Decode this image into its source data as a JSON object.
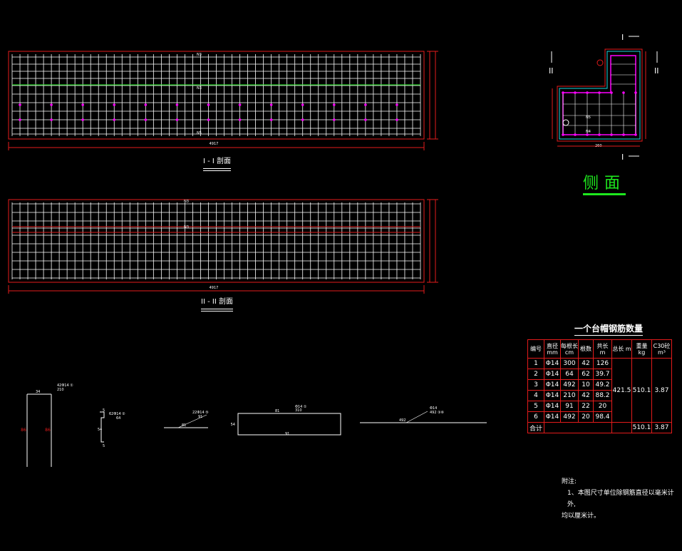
{
  "section1": {
    "title": "I - I 剖面",
    "label_mid": "N3",
    "label_bottom": "N5",
    "dim": "4917"
  },
  "section2": {
    "title": "II - II 剖面",
    "label_mid": "N3",
    "dim": "4917"
  },
  "side_view": {
    "title": "侧面",
    "cut_top": "I",
    "cut_bottom": "I",
    "cut_left": "II",
    "cut_right": "II",
    "n5": "N5",
    "n4": "N4",
    "dim_bottom": "260"
  },
  "table": {
    "title": "一个台帽钢筋数量",
    "headers": [
      "编号",
      "直径 mm",
      "每根长 cm",
      "根数",
      "共长 m",
      "总长 m",
      "重量 kg",
      "C30砼 m³"
    ],
    "rows": [
      [
        "1",
        "Φ14",
        "300",
        "42",
        "126"
      ],
      [
        "2",
        "Φ14",
        "64",
        "62",
        "39.7"
      ],
      [
        "3",
        "Φ14",
        "492",
        "10",
        "49.2"
      ],
      [
        "4",
        "Φ14",
        "210",
        "42",
        "88.2"
      ],
      [
        "5",
        "Φ14",
        "91",
        "22",
        "20"
      ],
      [
        "6",
        "Φ14",
        "492",
        "20",
        "98.4"
      ]
    ],
    "merged": {
      "total_length": "421.5",
      "weight": "510.1",
      "concrete": "3.87"
    },
    "total_row": {
      "label": "合计",
      "weight": "510.1",
      "concrete": "3.87"
    }
  },
  "bars": {
    "b1": {
      "label": "42Φ14",
      "len": "210",
      "num": "①",
      "top": "34",
      "side": "86"
    },
    "b2": {
      "label": "62Φ14",
      "len": "64",
      "num": "②",
      "a": "5",
      "b": "5",
      "c": "54"
    },
    "b3": {
      "label": "22Φ14",
      "len": "91",
      "num": "⑤",
      "d": "81"
    },
    "b4": {
      "label": "Φ14",
      "len": "310",
      "num": "①",
      "top": "81",
      "left": "54",
      "bottom": "91"
    },
    "b5": {
      "label": "Φ14",
      "len": "492",
      "num": "③⑥",
      "d": "492"
    }
  },
  "notes": {
    "title": "附注:",
    "line1": "1、本图尺寸单位除钢筋直径以毫米计外,",
    "line2": "均以厘米计。"
  },
  "colors": {
    "grid": "#ffffff",
    "outline": "#e31b1b",
    "accent": "#ff00ff",
    "green": "#1ee81e",
    "cyan": "#19d7e0"
  }
}
